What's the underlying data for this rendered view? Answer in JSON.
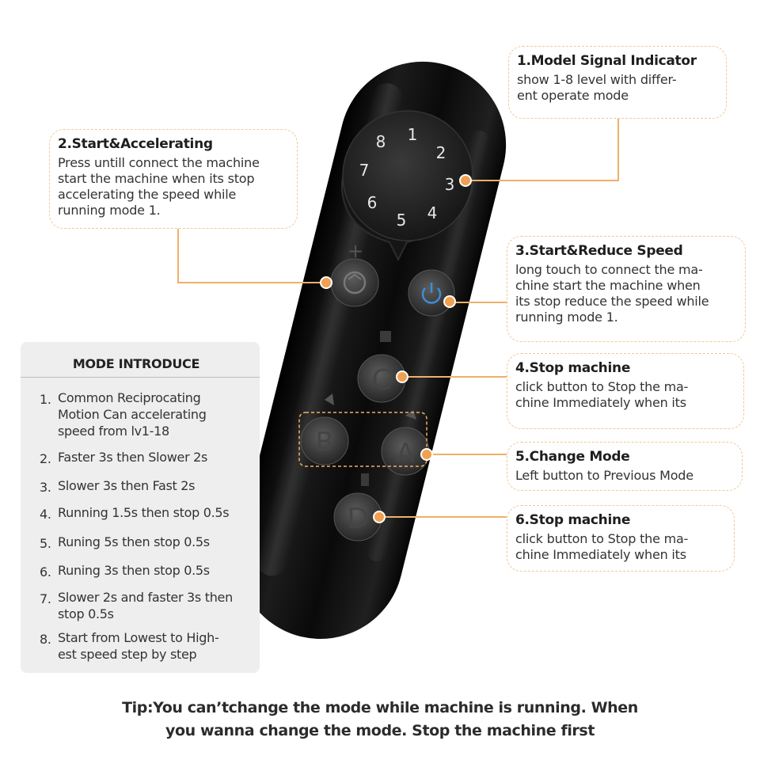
{
  "callouts": {
    "signal": {
      "title": "1.Model Signal Indicator",
      "lines": [
        "show 1-8 level with differ-",
        "ent operate mode"
      ]
    },
    "start_acc": {
      "title": "2.Start&Accelerating",
      "lines": [
        "Press untill connect the machine",
        "start the machine when its stop",
        "accelerating the speed while",
        "running mode 1."
      ]
    },
    "start_reduce": {
      "title": "3.Start&Reduce Speed",
      "lines": [
        "long touch to connect the ma-",
        "chine start the machine when",
        "its stop reduce the speed while",
        "running mode 1."
      ]
    },
    "stop_c": {
      "title": "4.Stop machine",
      "lines": [
        "click button to Stop the ma-",
        "chine Immediately when its"
      ]
    },
    "change_mode": {
      "title": "5.Change Mode",
      "lines": [
        "Left button to Previous Mode"
      ]
    },
    "stop_d": {
      "title": "6.Stop machine",
      "lines": [
        "click button to Stop the ma-",
        "chine Immediately when its"
      ]
    }
  },
  "mode_panel": {
    "title": "MODE INTRODUCE",
    "items": [
      {
        "num": "1.",
        "lines": [
          "Common Reciprocating",
          "Motion Can accelerating",
          "speed from lv1-18"
        ]
      },
      {
        "num": "2.",
        "lines": [
          "Faster 3s then Slower 2s"
        ]
      },
      {
        "num": "3.",
        "lines": [
          "Slower 3s then Fast 2s"
        ]
      },
      {
        "num": "4.",
        "lines": [
          "Running 1.5s then stop 0.5s"
        ]
      },
      {
        "num": "5.",
        "lines": [
          "Runing 5s then stop 0.5s"
        ]
      },
      {
        "num": "6.",
        "lines": [
          "Runing 3s then stop 0.5s"
        ]
      },
      {
        "num": "7.",
        "lines": [
          "Slower 2s and faster 3s then",
          "stop 0.5s"
        ]
      },
      {
        "num": "8.",
        "lines": [
          "Start from Lowest to High-",
          "est speed step by step"
        ]
      }
    ]
  },
  "tip": {
    "lines": [
      "Tip:You can’tchange the mode while machine is running. When",
      "you wanna change the mode. Stop the machine first"
    ]
  },
  "remote": {
    "dial_numbers": [
      "1",
      "2",
      "3",
      "4",
      "5",
      "6",
      "7",
      "8"
    ],
    "plus_symbol": "+",
    "button_labels": {
      "c": "C",
      "b": "B",
      "a": "A",
      "d": "D"
    }
  },
  "colors": {
    "accent": "#f0b068",
    "callout_border": "#f0c896",
    "panel_bg": "#eeeeee",
    "remote_body": "#0d0d0d"
  }
}
